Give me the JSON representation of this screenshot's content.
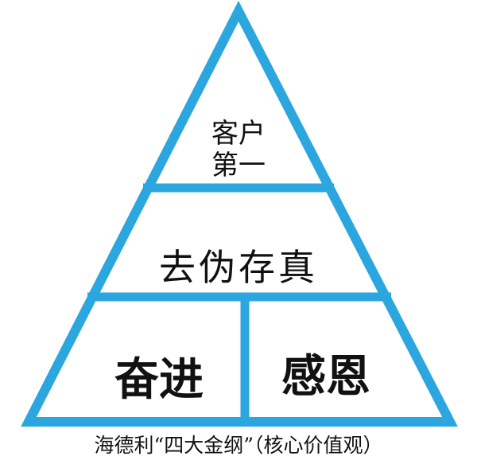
{
  "colors": {
    "stroke": "#2ba6df",
    "text": "#111111"
  },
  "levels": {
    "top": {
      "line1": "客户",
      "line2": "第一"
    },
    "middle": "去伪存真",
    "bottom_left": "奋进",
    "bottom_right": "感恩"
  },
  "caption": "海德利“四大金纲”（核心价值观）"
}
